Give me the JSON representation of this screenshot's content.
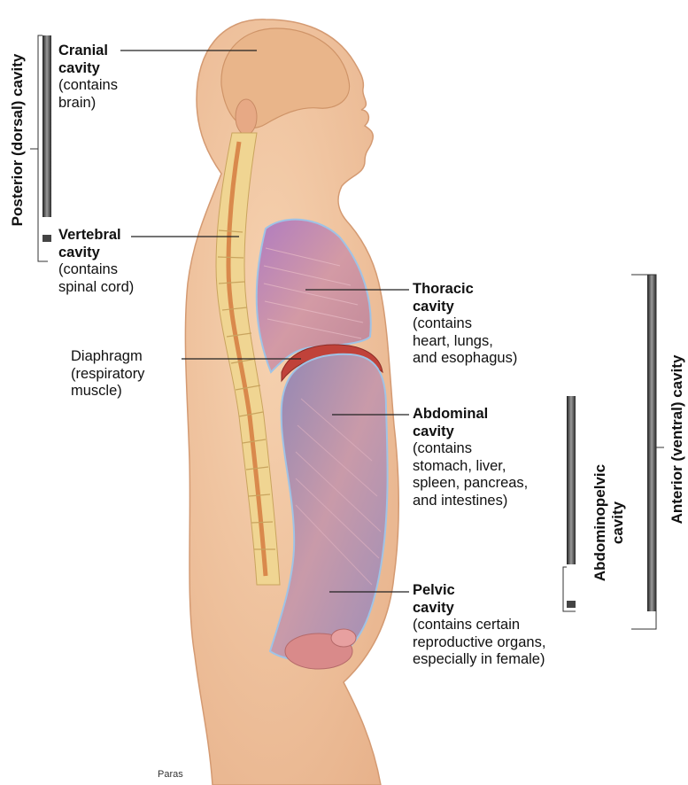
{
  "labels": {
    "cranial": {
      "title": "Cranial\ncavity",
      "desc": "(contains\nbrain)"
    },
    "vertebral": {
      "title": "Vertebral\ncavity",
      "desc": "(contains\nspinal cord)"
    },
    "thoracic": {
      "title": "Thoracic\ncavity",
      "desc": "(contains\nheart, lungs,\nand esophagus)"
    },
    "diaphragm": {
      "title": "",
      "desc": "Diaphragm\n(respiratory\nmuscle)"
    },
    "abdominal": {
      "title": "Abdominal\ncavity",
      "desc": "(contains\nstomach, liver,\nspleen, pancreas,\nand intestines)"
    },
    "pelvic": {
      "title": "Pelvic\ncavity",
      "desc": "(contains certain\nreproductive organs,\nespecially in female)"
    }
  },
  "groups": {
    "posterior": "Posterior (dorsal) cavity",
    "anterior": "Anterior (ventral) cavity",
    "abdominopelvic": "Abdominopelvic\ncavity"
  },
  "credit": "Paras",
  "colors": {
    "skin": "#f2c7a2",
    "skin_dark": "#e4a77c",
    "spine": "#f0d89a",
    "thoracic": "#c98a9a",
    "abdominal": "#b88aa6",
    "membrane": "#9fc3e6",
    "bar": "#3a3a3a"
  }
}
